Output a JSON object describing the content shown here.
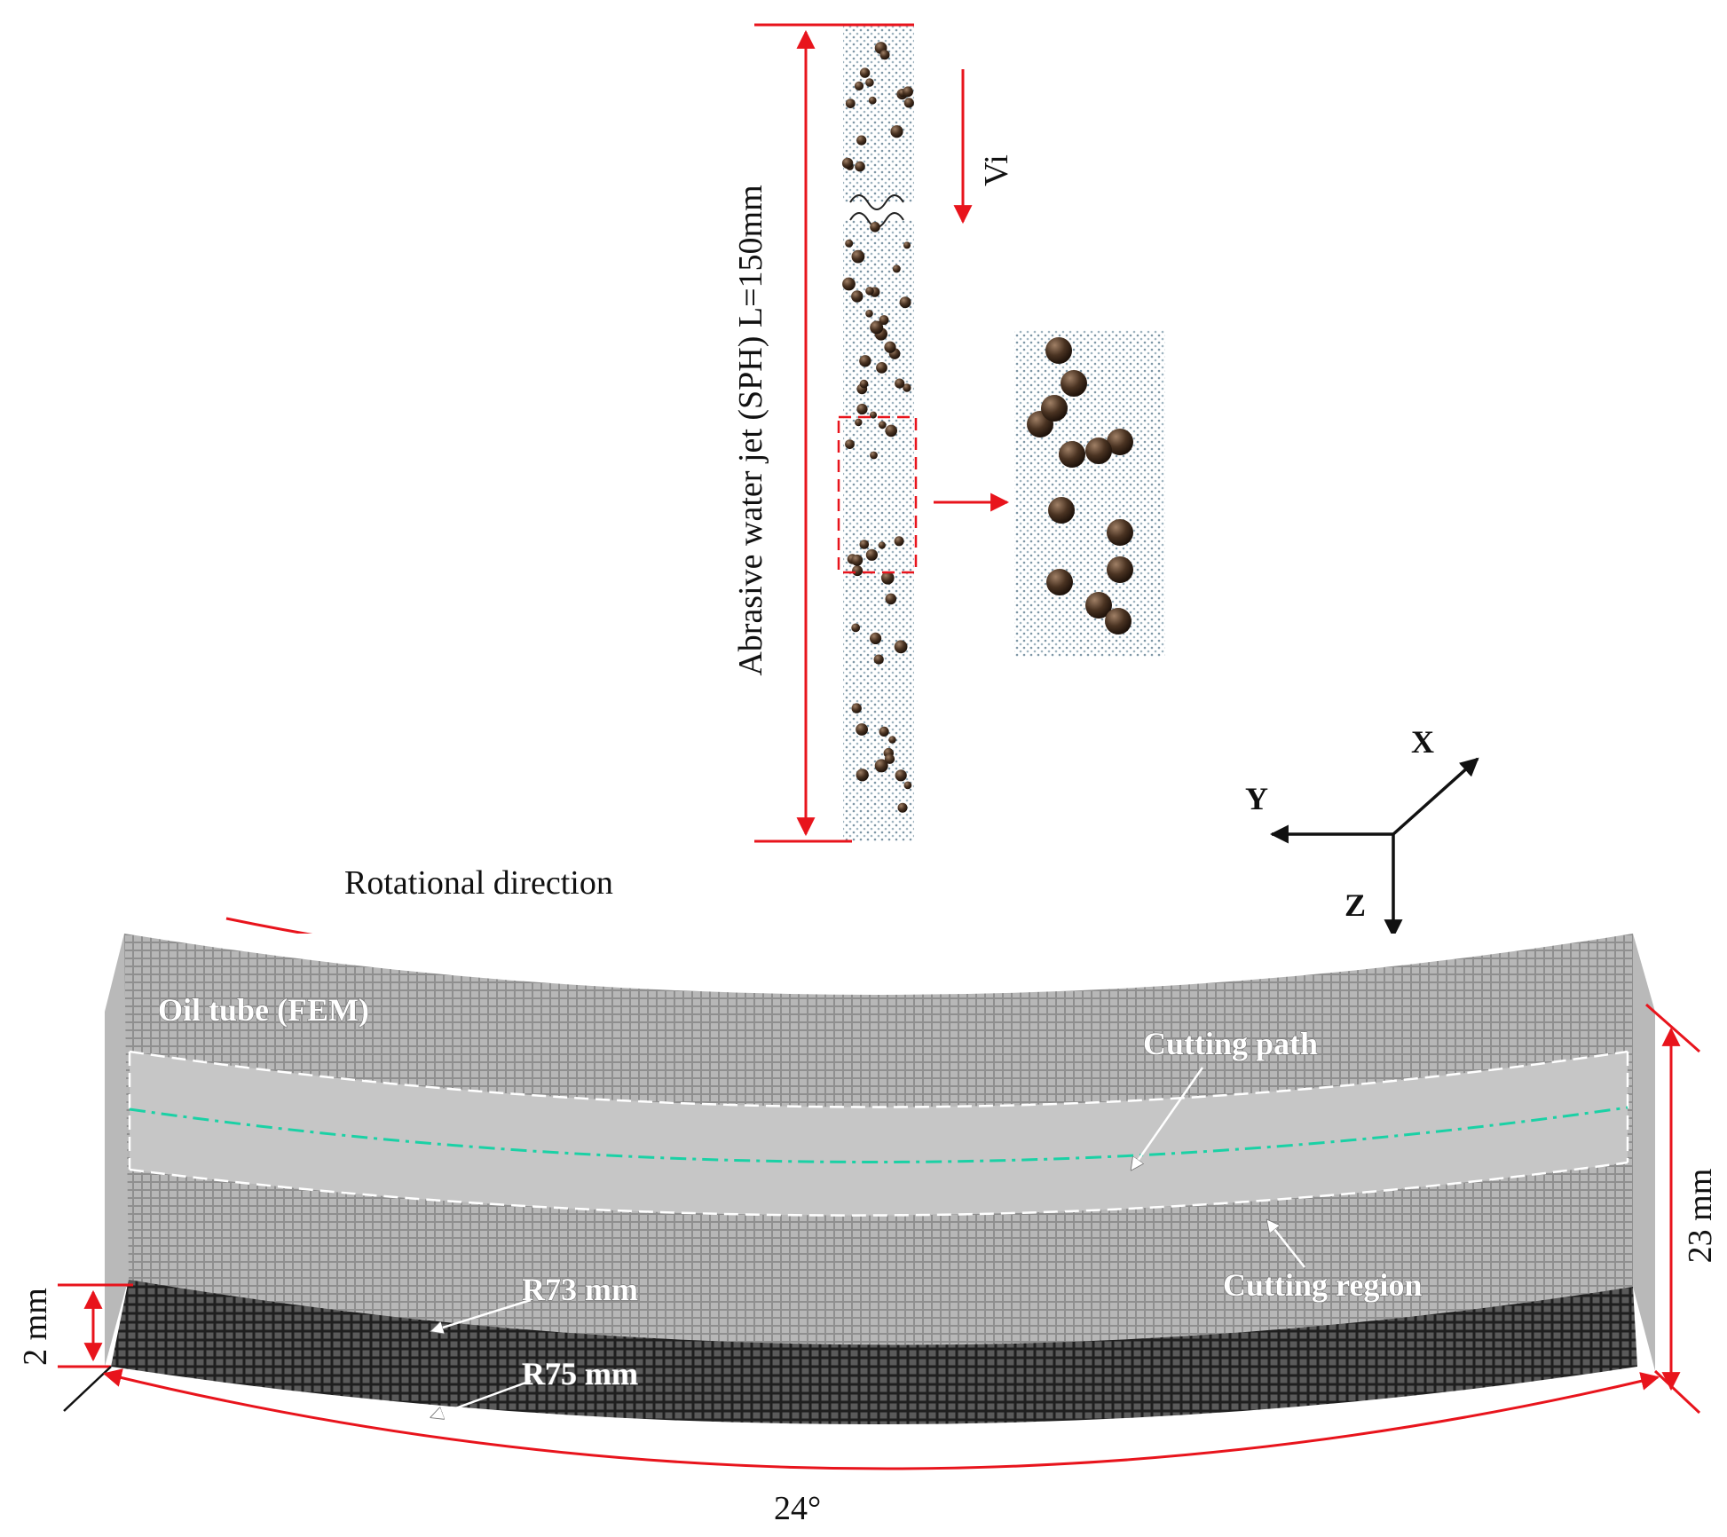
{
  "jet": {
    "length_label": "Abrasive water jet (SPH) L=150mm",
    "velocity_label": "Vi"
  },
  "axes": {
    "x": "X",
    "y": "Y",
    "z": "Z"
  },
  "tube": {
    "rotation_label": "Rotational direction",
    "name_label": "Oil tube (FEM)",
    "cutting_path_label": "Cutting path",
    "cutting_region_label": "Cutting region",
    "inner_radius_label": "R73 mm",
    "outer_radius_label": "R75 mm",
    "wall_thickness_label": "2 mm",
    "height_label": "23 mm",
    "angle_label": "24°"
  },
  "colors": {
    "dimension_red": "#e8141c",
    "cutting_path": "#1ad1a5",
    "mesh_light": "#9a9a9a",
    "mesh_dark": "#2a2a2a",
    "cutting_band": "#c6c6c6",
    "particle": "#4a3322"
  }
}
